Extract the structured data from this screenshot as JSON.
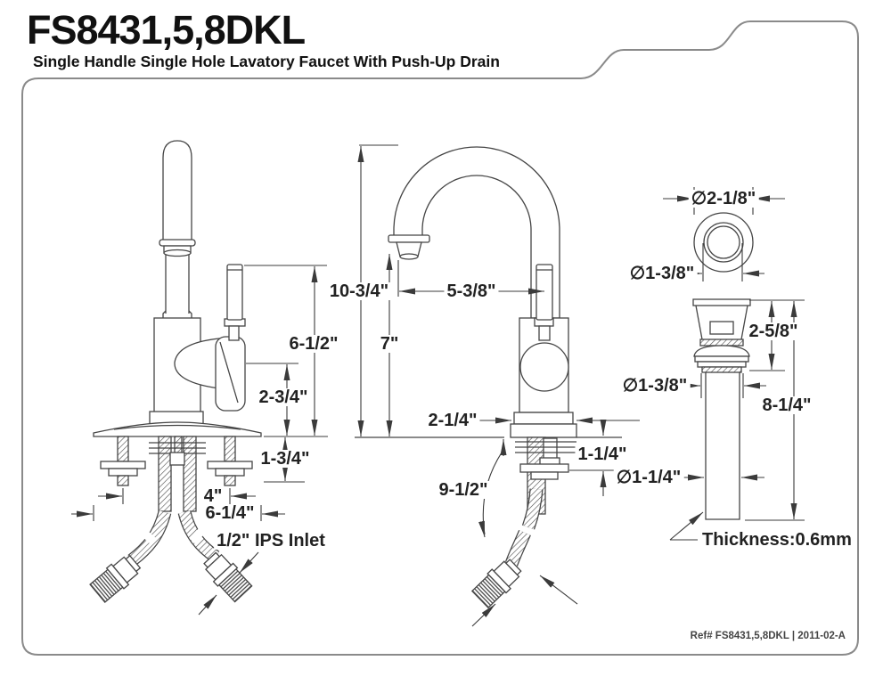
{
  "header": {
    "model": "FS8431,5,8DKL",
    "subtitle": "Single Handle Single Hole Lavatory Faucet With Push-Up Drain"
  },
  "dims": {
    "handle_height": "6-1/2\"",
    "spout_height": "10-3/4\"",
    "spout_outlet_height": "7\"",
    "body_height": "2-3/4\"",
    "under_deck_depth": "1-3/4\"",
    "bolt_spacing": "4\"",
    "deck_plate_width": "6-1/4\"",
    "inlet_note": "1/2\" IPS Inlet",
    "spout_reach": "5-3/8\"",
    "base_width": "2-1/4\"",
    "max_deck_thickness": "1-1/4\"",
    "hose_length": "9-1/2\"",
    "drain_flange_diameter": "∅2-1/8\"",
    "drain_opening_diameter": "∅1-3/8\"",
    "drain_top_height": "2-5/8\"",
    "drain_thread_diameter": "∅1-3/8\"",
    "drain_overall_height": "8-1/4\"",
    "tailpiece_diameter": "∅1-1/4\"",
    "tailpiece_thickness": "Thickness:0.6mm"
  },
  "footer": {
    "reference": "Ref# FS8431,5,8DKL | 2011-02-A"
  },
  "colors": {
    "line": "#454545",
    "dimension": "#3b3b3b",
    "border": "#8a8a8a",
    "background": "#ffffff"
  }
}
